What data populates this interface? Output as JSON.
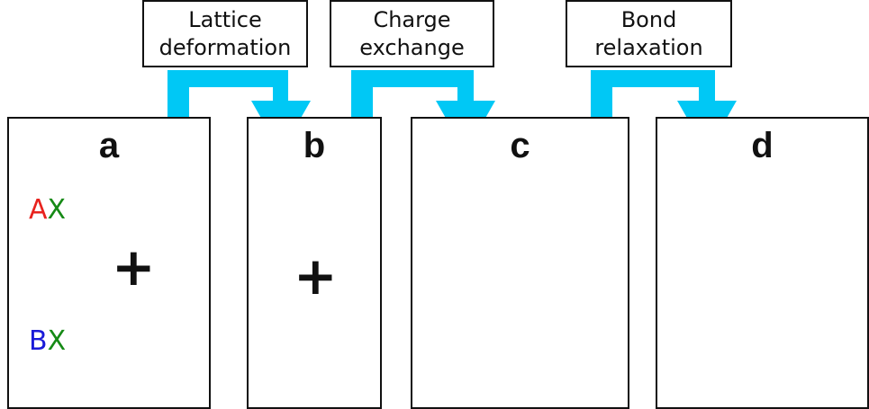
{
  "steps": [
    {
      "line1": "Lattice",
      "line2": "deformation"
    },
    {
      "line1": "Charge",
      "line2": "exchange"
    },
    {
      "line1": "Bond",
      "line2": "relaxation"
    }
  ],
  "panels": [
    {
      "letter": "a"
    },
    {
      "letter": "b"
    },
    {
      "letter": "c"
    },
    {
      "letter": "d"
    }
  ],
  "species": {
    "ax": {
      "first": "A",
      "second": "X"
    },
    "bx": {
      "first": "B",
      "second": "X"
    }
  },
  "plus_sign": "+",
  "colors": {
    "arrow": "#00c8f5",
    "atom_a": "#e8231e",
    "atom_b": "#1c1cd2",
    "atom_x": "#8ed82e",
    "label_a": "#e8231e",
    "label_b": "#1a1ad8",
    "label_x": "#168a16",
    "frame": "#111111"
  }
}
